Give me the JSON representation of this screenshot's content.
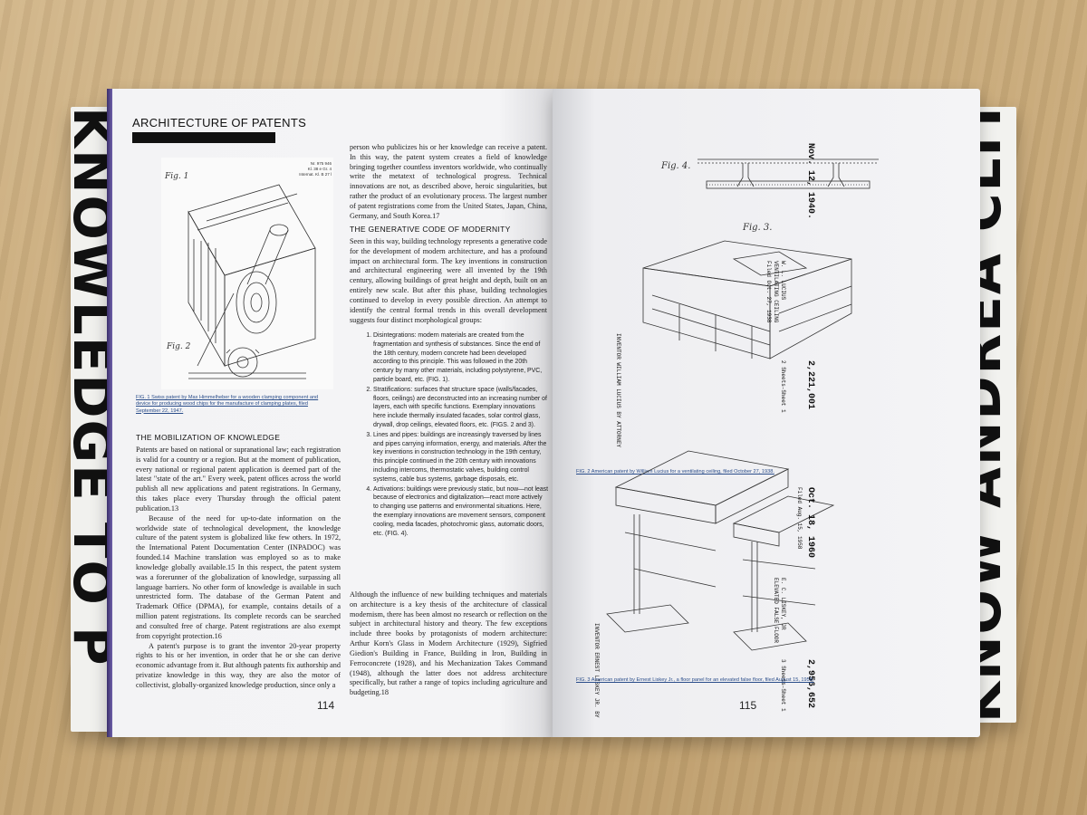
{
  "spine_left": "KNOWLEDGE TO P",
  "spine_right": "KNOW ANDREA CLIT",
  "left_page": {
    "running_head": "ARCHITECTURE OF PATENTS",
    "patent_stamp": [
      "Nr. 975 946",
      "Kl. 38 e Gr. 4",
      "Internat. Kl. B 27 l"
    ],
    "fig1_label": "Fig. 1",
    "fig2_label": "Fig. 2",
    "caption": "FIG. 1 Swiss patent by Max Himmelheber for a wooden clamping component and device for producing wood chips for the manufacture of clamping plates, filed September 22, 1947.",
    "section1_title": "THE MOBILIZATION OF KNOWLEDGE",
    "paragraphs": [
      "Patents are based on national or supranational law; each registration is valid for a country or a region. But at the moment of publication, every national or regional patent application is deemed part of the latest \"state of the art.\" Every week, patent offices across the world publish all new applications and patent registrations. In Germany, this takes place every Thursday through the official patent publication.13",
      "Because of the need for up-to-date information on the worldwide state of technological development, the knowledge culture of the patent system is globalized like few others. In 1972, the International Patent Documentation Center (INPADOC) was founded.14 Machine translation was employed so as to make knowledge globally available.15 In this respect, the patent system was a forerunner of the globalization of knowledge, surpassing all language barriers. No other form of knowledge is available in such unrestricted form. The database of the German Patent and Trademark Office (DPMA), for example, contains details of a million patent registrations. Its complete records can be searched and consulted free of charge. Patent registrations are also exempt from copyright protection.16",
      "A patent's purpose is to grant the inventor 20-year property rights to his or her invention, in order that he or she can derive economic advantage from it. But although patents fix authorship and privatize knowledge in this way, they are also the motor of collectivist, globally-organized knowledge production, since only a"
    ],
    "col2_intro": "person who publicizes his or her knowledge can receive a patent. In this way, the patent system creates a field of knowledge bringing together countless inventors worldwide, who continually write the metatext of technological progress. Technical innovations are not, as described above, heroic singularities, but rather the product of an evolutionary process. The largest number of patent registrations come from the United States, Japan, China, Germany, and South Korea.17",
    "section2_title": "THE GENERATIVE CODE OF MODERNITY",
    "col2_para": "Seen in this way, building technology represents a generative code for the development of modern architecture, and has a profound impact on architectural form. The key inventions in construction and architectural engineering were all invented by the 19th century, allowing buildings of great height and depth, built on an entirely new scale. But after this phase, building technologies continued to develop in every possible direction. An attempt to identify the central formal trends in this overall development suggests four distinct morphological groups:",
    "list": [
      "Disintegrations: modern materials are created from the fragmentation and synthesis of substances. Since the end of the 18th century, modern concrete had been developed according to this principle. This was followed in the 20th century by many other materials, including polystyrene, PVC, particle board, etc. (FIG. 1).",
      "Stratifications: surfaces that structure space (walls/facades, floors, ceilings) are deconstructed into an increasing number of layers, each with specific functions. Exemplary innovations here include thermally insulated facades, solar control glass, drywall, drop ceilings, elevated floors, etc. (FIGS. 2 and 3).",
      "Lines and pipes: buildings are increasingly traversed by lines and pipes carrying information, energy, and materials. After the key inventions in construction technology in the 19th century, this principle continued in the 20th century with innovations including intercoms, thermostatic valves, building control systems, cable bus systems, garbage disposals, etc.",
      "Activations: buildings were previously static, but now—not least because of electronics and digitalization—react more actively to changing use patterns and environmental situations. Here, the exemplary innovations are movement sensors, component cooling, media facades, photochromic glass, automatic doors, etc. (FIG. 4)."
    ],
    "col2_closing": "Although the influence of new building techniques and materials on architecture is a key thesis of the architecture of classical modernism, there has been almost no research or reflection on the subject in architectural history and theory. The few exceptions include three books by protagonists of modern architecture: Arthur Korn's Glass in Modern Architecture (1929), Sigfried Giedion's Building in France, Building in Iron, Building in Ferroconcrete (1928), and his Mechanization Takes Command (1948), although the latter does not address architecture specifically, but rather a range of topics including agriculture and budgeting.18",
    "page_number": "114"
  },
  "right_page": {
    "fig4_label": "Fig. 4.",
    "fig3_label": "Fig. 3.",
    "patent1": {
      "date": "Nov. 12, 1940.",
      "inventor": "W. L. LUCIUS",
      "title": "VENTILATING CEILING",
      "filed": "Filed Oct. 27, 1938",
      "sheets": "2 Sheets-Sheet 1",
      "number": "2,221,001",
      "signature_block": "INVENTOR WILLIAM LUCIUS BY ATTORNEY"
    },
    "caption1": "FIG. 2 American patent by William Lucius for a ventilating ceiling, filed October 27, 1938.",
    "patent2": {
      "date": "Oct. 18, 1960",
      "inventor": "E. C. LISKEY, JR",
      "title": "ELEVATED FALSE FLOOR",
      "filed": "Filed Aug. 15, 1958",
      "sheets": "3 Sheets-Sheet 1",
      "number": "2,956,652",
      "signature_block": "INVENTOR ERNEST LISKEY JR. BY"
    },
    "caption2": "FIG. 3 American patent by Ernest Liskey Jr., a floor panel for an elevated false floor, filed August 15, 1958.",
    "page_number": "115"
  }
}
